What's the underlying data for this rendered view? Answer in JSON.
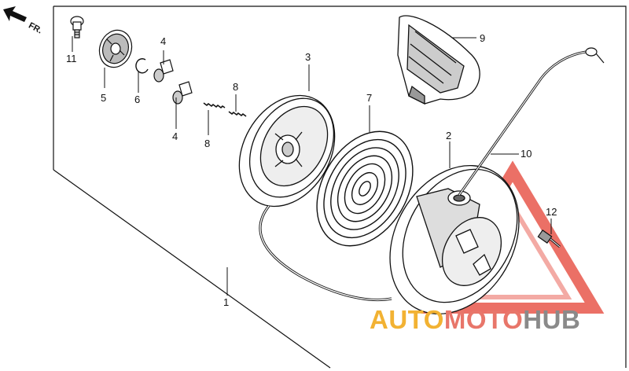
{
  "direction_label": "FR.",
  "parts": [
    {
      "number": "1"
    },
    {
      "number": "2"
    },
    {
      "number": "4"
    },
    {
      "number": "4"
    },
    {
      "number": "5"
    },
    {
      "number": "6"
    },
    {
      "number": "7"
    },
    {
      "number": "8"
    },
    {
      "number": "8"
    },
    {
      "number": "9"
    },
    {
      "number": "10"
    },
    {
      "number": "11"
    },
    {
      "number": "12"
    }
  ],
  "watermark": {
    "part1": "AUTO",
    "part2": "MOTO",
    "part3": "HUB",
    "colors": {
      "auto": "#f2b233",
      "moto": "#e8766a",
      "hub": "#8a8a8a"
    }
  }
}
